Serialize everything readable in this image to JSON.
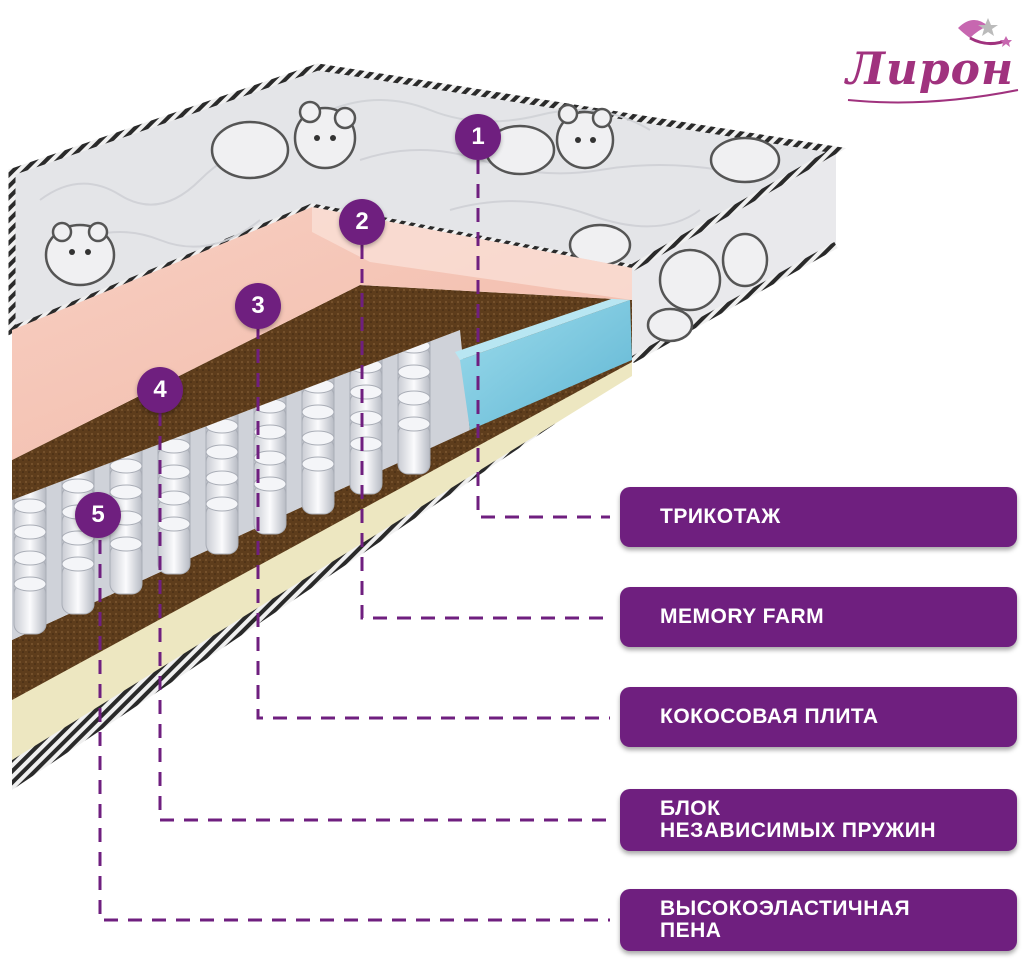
{
  "brand": {
    "logo_text": "Лирон"
  },
  "layers": [
    {
      "number": "1",
      "label": "ТРИКОТАЖ"
    },
    {
      "number": "2",
      "label": "MEMORY FARM"
    },
    {
      "number": "3",
      "label": "КОКОСОВАЯ ПЛИТА"
    },
    {
      "number": "4",
      "label_line1": "БЛОК",
      "label_line2": "НЕЗАВИСИМЫХ ПРУЖИН"
    },
    {
      "number": "5",
      "label_line1": "ВЫСОКОЭЛАСТИЧНАЯ",
      "label_line2": "ПЕНА"
    }
  ],
  "colors": {
    "accent": "#6f1f7f",
    "ticking": "#e7e7e9",
    "memory_foam": "#f6c9bb",
    "coconut": "#5a3a1a",
    "blue_foam": "#86cfe2",
    "latex_foam": "#efe8c4"
  }
}
